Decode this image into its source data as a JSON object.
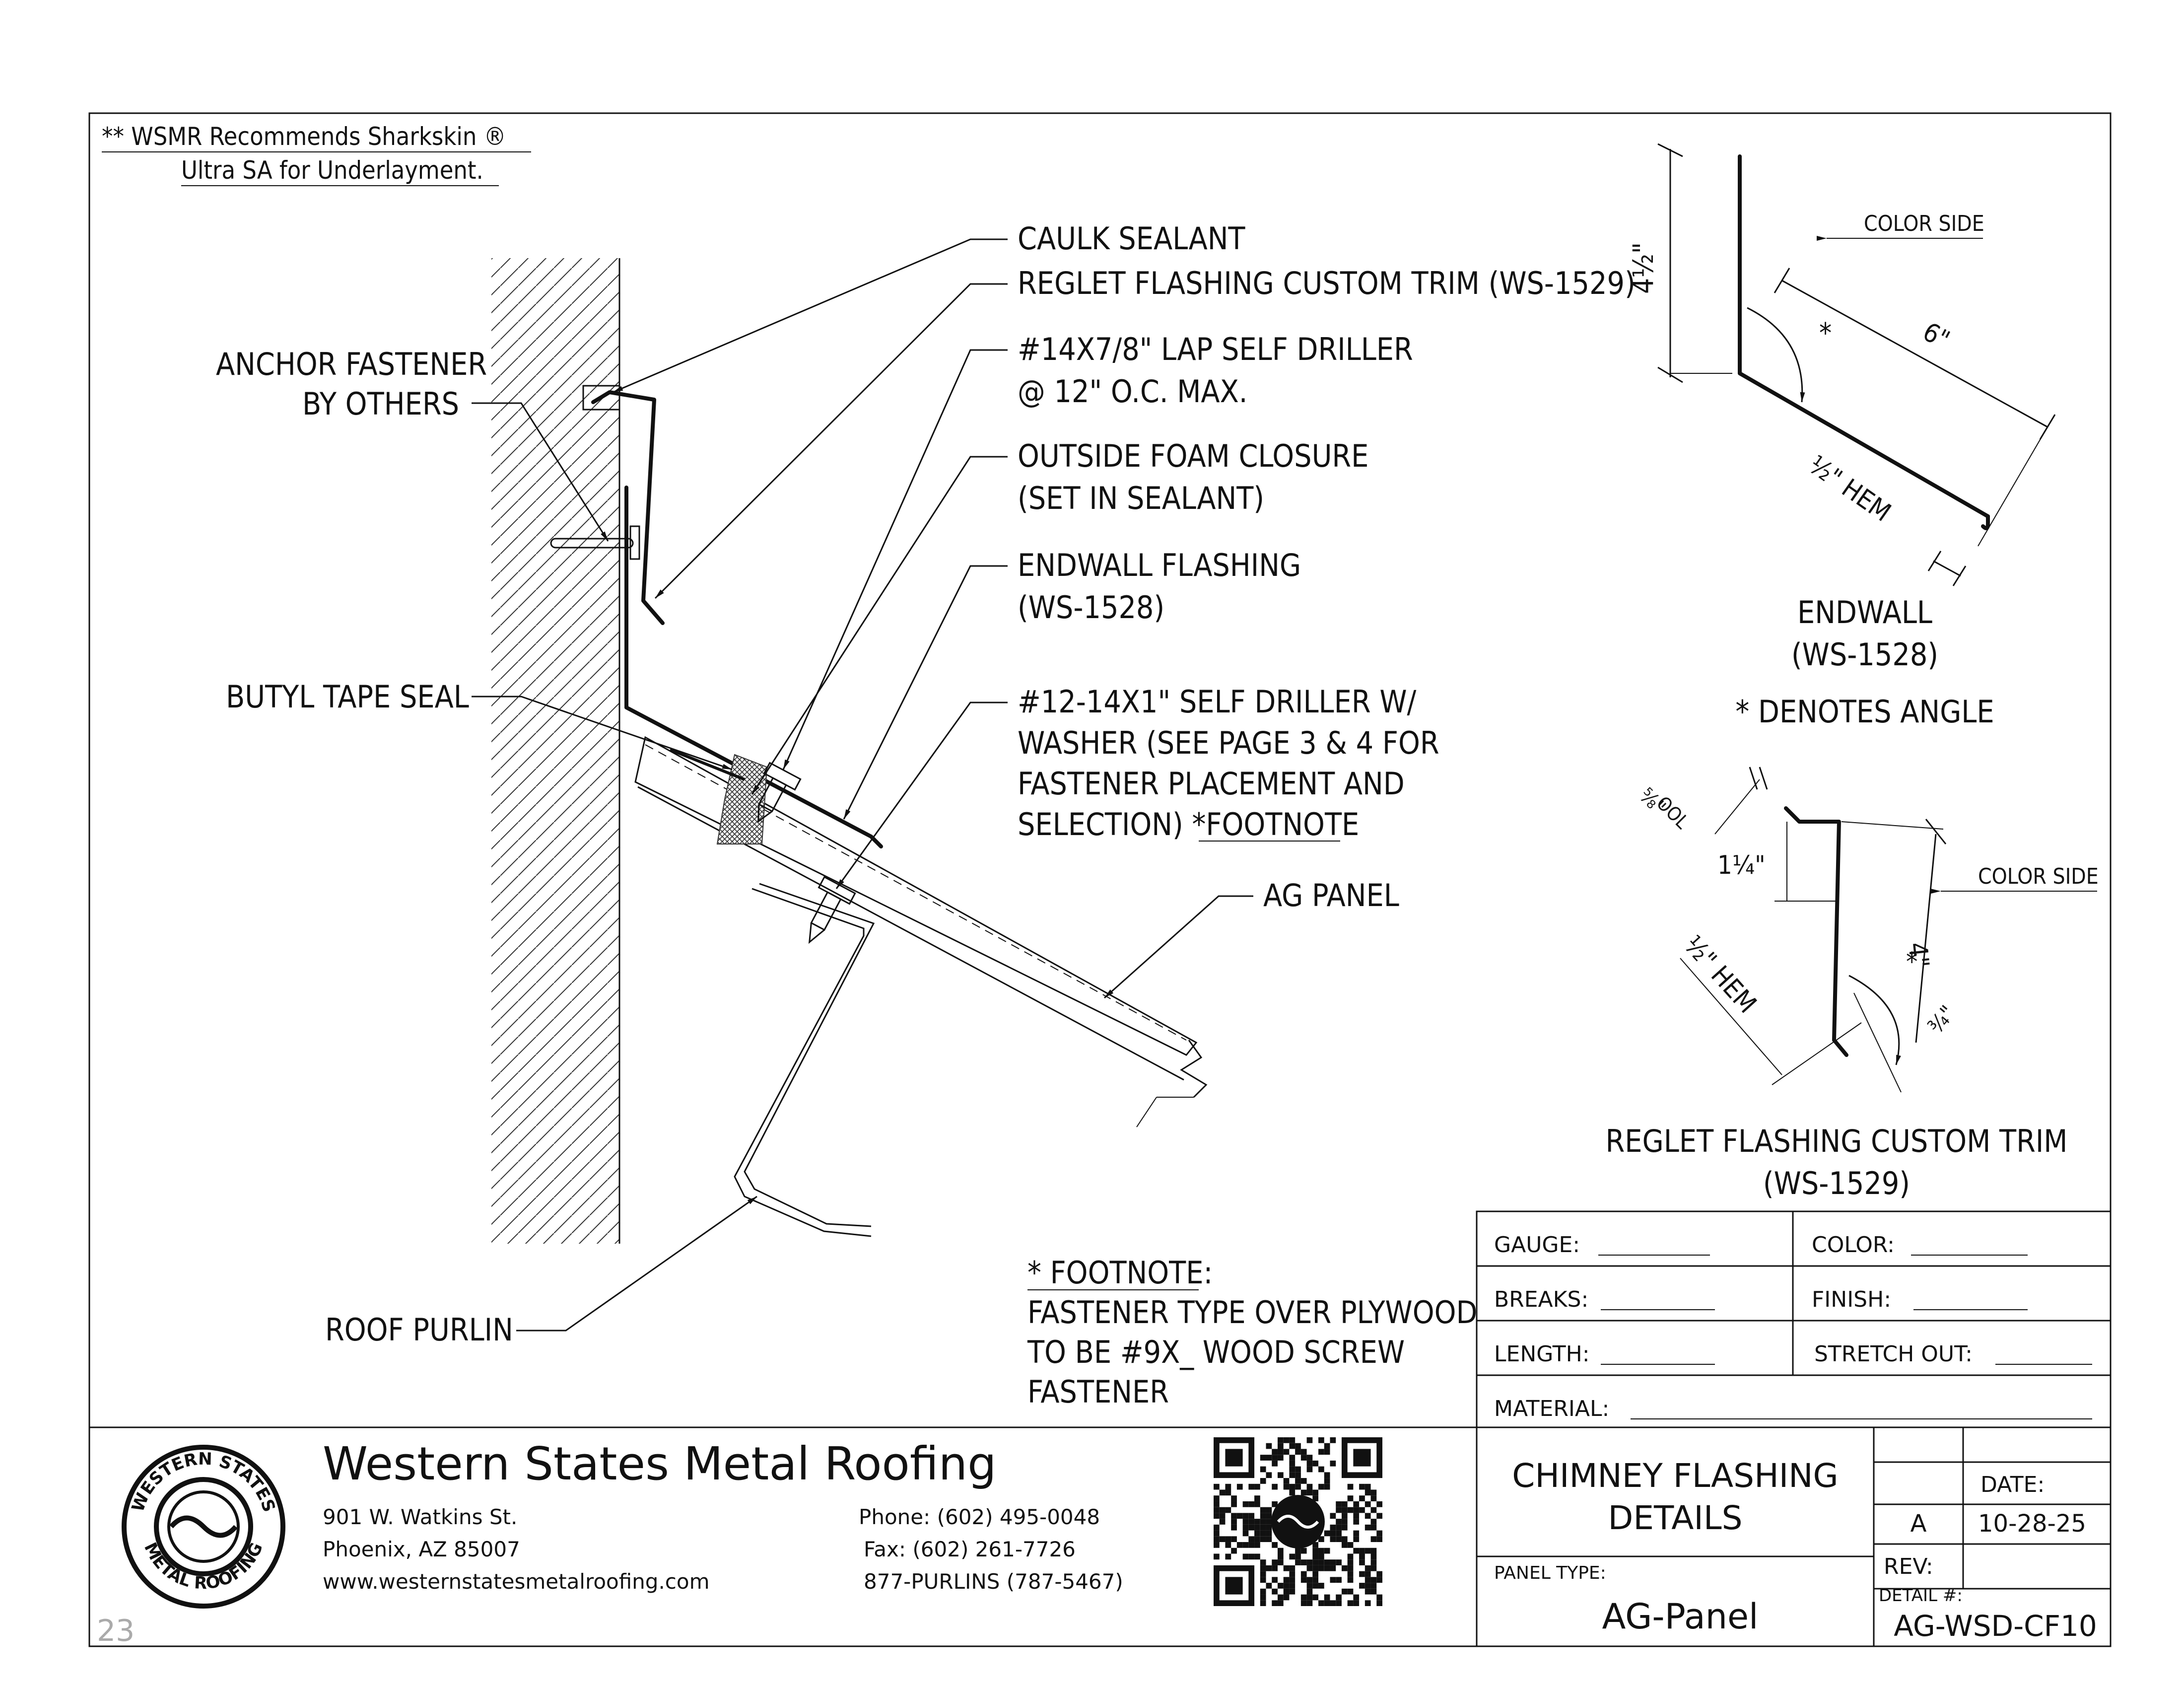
{
  "notes": {
    "underlayment_line1": "** WSMR Recommends Sharkskin ®",
    "underlayment_line2": "Ultra SA for Underlayment."
  },
  "callouts": {
    "caulk": "CAULK SEALANT",
    "reglet": "REGLET FLASHING CUSTOM TRIM (WS-1529)",
    "lap_driller_1": "#14X7/8\" LAP SELF DRILLER",
    "lap_driller_2": "@ 12\" O.C. MAX.",
    "foam_1": "OUTSIDE FOAM CLOSURE",
    "foam_2": "(SET IN SEALANT)",
    "endwall_1": "ENDWALL FLASHING",
    "endwall_2": "(WS-1528)",
    "self_driller_1": "#12-14X1\" SELF DRILLER W/",
    "self_driller_2": "WASHER (SEE PAGE 3 & 4 FOR",
    "self_driller_3": "FASTENER PLACEMENT AND",
    "self_driller_4a": "SELECTION) *",
    "self_driller_4b": "FOOTNOTE",
    "ag_panel": "AG PANEL",
    "anchor_1": "ANCHOR FASTENER",
    "anchor_2": "BY OTHERS",
    "butyl": "BUTYL TAPE SEAL",
    "purlin": "ROOF PURLIN"
  },
  "footnote": {
    "title": "* FOOTNOTE:",
    "line1": "FASTENER TYPE OVER PLYWOOD",
    "line2": "TO BE #9X_ WOOD SCREW",
    "line3": "FASTENER"
  },
  "endwall_profile": {
    "color_side": "COLOR SIDE",
    "dim_height": "4½\"",
    "dim_length": "6\"",
    "dim_hem": "½\" HEM",
    "angle_mark": "*",
    "title_1": "ENDWALL",
    "title_2": "(WS-1528)",
    "angle_note": "* DENOTES ANGLE"
  },
  "reglet_profile": {
    "color_side": "COLOR SIDE",
    "dim_top": "⅝\"",
    "dim_top_dir": "OOL",
    "dim_leg": "1¼\"",
    "dim_body": "4\"",
    "dim_hem": "½\" HEM",
    "dim_tail": "¾\"",
    "angle_mark": "*",
    "title_1": "REGLET FLASHING CUSTOM TRIM",
    "title_2": "(WS-1529)"
  },
  "spec_table": {
    "gauge": "GAUGE:",
    "color": "COLOR:",
    "breaks": "BREAKS:",
    "finish": "FINISH:",
    "length": "LENGTH:",
    "stretch_out": "STRETCH OUT:",
    "material": "MATERIAL:"
  },
  "company": {
    "name": "Western States Metal Roofing",
    "address_1": "901 W. Watkins St.",
    "address_2": "Phoenix, AZ 85007",
    "website": "www.westernstatesmetalroofing.com",
    "phone": "Phone: (602) 495-0048",
    "fax": "Fax: (602) 261-7726",
    "tollfree": "877-PURLINS (787-5467)",
    "logo_top": "WESTERN STATES",
    "logo_bottom": "METAL ROOFING"
  },
  "title_block": {
    "title_1": "CHIMNEY FLASHING",
    "title_2": "DETAILS",
    "panel_type_label": "PANEL TYPE:",
    "panel_type": "AG-Panel",
    "date_label": "DATE:",
    "rev_letter": "A",
    "date": "10-28-25",
    "rev_label": "REV:",
    "detail_label": "DETAIL #:",
    "detail_number": "AG-WSD-CF10"
  },
  "page_number": "23"
}
